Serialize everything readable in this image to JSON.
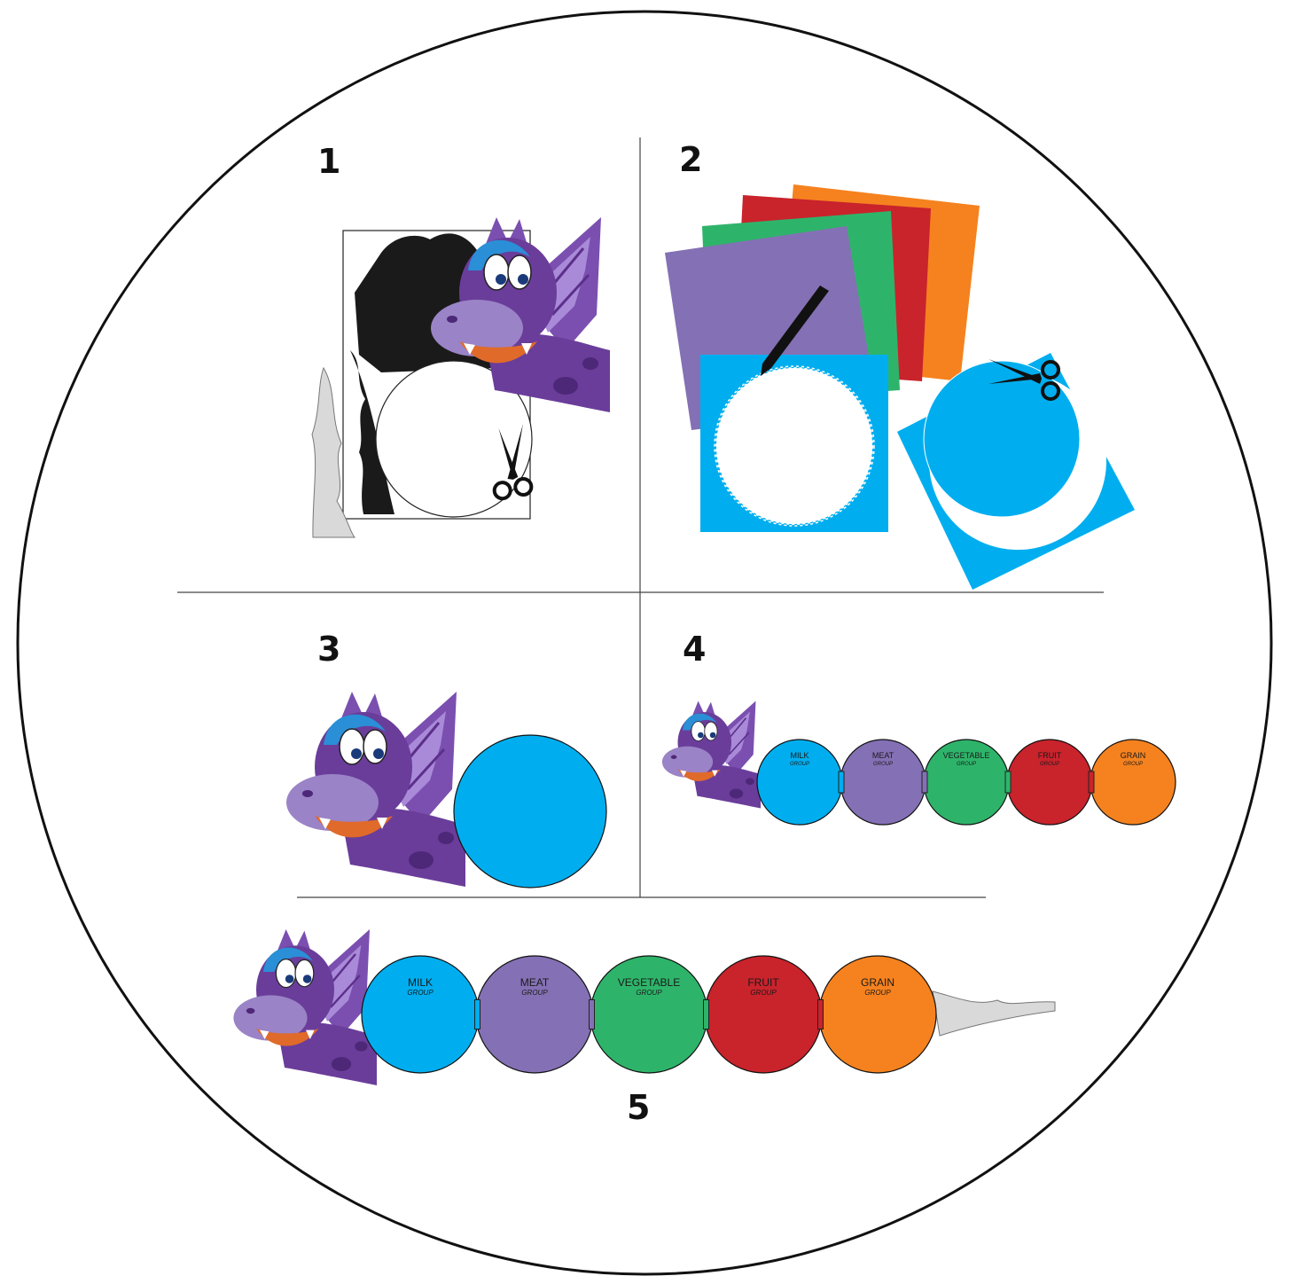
{
  "steps": [
    {
      "number": "1"
    },
    {
      "number": "2"
    },
    {
      "number": "3"
    },
    {
      "number": "4"
    },
    {
      "number": "5"
    }
  ],
  "food_groups": [
    {
      "name": "MILK",
      "sub": "GROUP",
      "color": "#00aeef"
    },
    {
      "name": "MEAT",
      "sub": "GROUP",
      "color": "#8470b4"
    },
    {
      "name": "VEGETABLE",
      "sub": "GROUP",
      "color": "#2eb46a"
    },
    {
      "name": "FRUIT",
      "sub": "GROUP",
      "color": "#c9232c"
    },
    {
      "name": "GRAIN",
      "sub": "GROUP",
      "color": "#f5821f"
    }
  ],
  "colors": {
    "dragon_body": "#6a3d9a",
    "dragon_light": "#9a83c6",
    "dragon_head_top": "#2a8fd6",
    "paper_orange": "#f5821f",
    "paper_red": "#c9232c",
    "paper_green": "#2eb46a",
    "paper_purple": "#8470b4",
    "paper_blue": "#00aeef",
    "template_black": "#1a1a1a",
    "tail_grey": "#d9d9d9"
  },
  "icons": [
    "dragon-head-icon",
    "scissors-icon",
    "pen-icon",
    "dragon-tail-icon"
  ]
}
